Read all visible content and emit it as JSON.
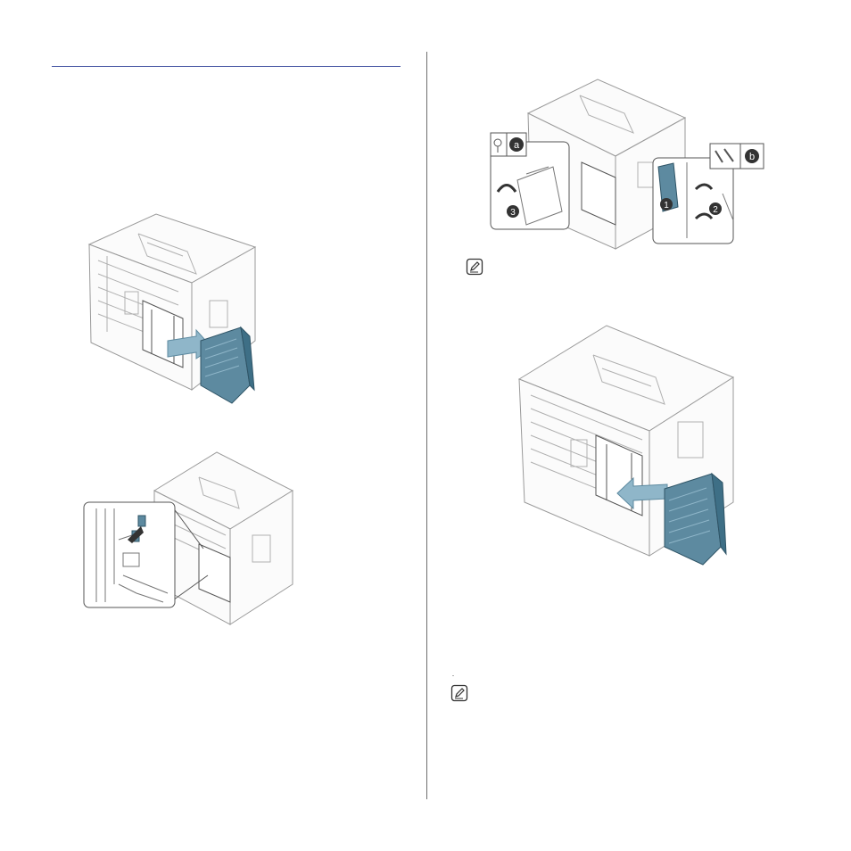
{
  "page": {
    "background": "#ffffff",
    "rule_color": "#4a5aa6",
    "divider_color": "#6e6e6e"
  },
  "colors": {
    "cover_blue": "#5d8aa0",
    "cover_blue_dark": "#3e6f86",
    "arrow_blue": "#8fb6c9",
    "printer_line": "#9a9a9a",
    "printer_fill": "#fbfbfb",
    "inset_border": "#555555",
    "badge": "#333333"
  },
  "figures": {
    "remove_cover": {
      "icon": "printer-remove-side-cover-illustration"
    },
    "connect_hdd": {
      "icon": "printer-hdd-connector-illustration"
    },
    "install_hdd": {
      "icon": "printer-hdd-install-screws-illustration",
      "label_a": "a",
      "label_b": "b",
      "step_1": "1",
      "step_2": "2",
      "step_3": "3"
    },
    "replace_cover": {
      "icon": "printer-replace-side-cover-illustration"
    }
  },
  "notes": [
    {
      "icon": "note-pencil-icon"
    },
    {
      "icon": "note-pencil-icon"
    }
  ]
}
